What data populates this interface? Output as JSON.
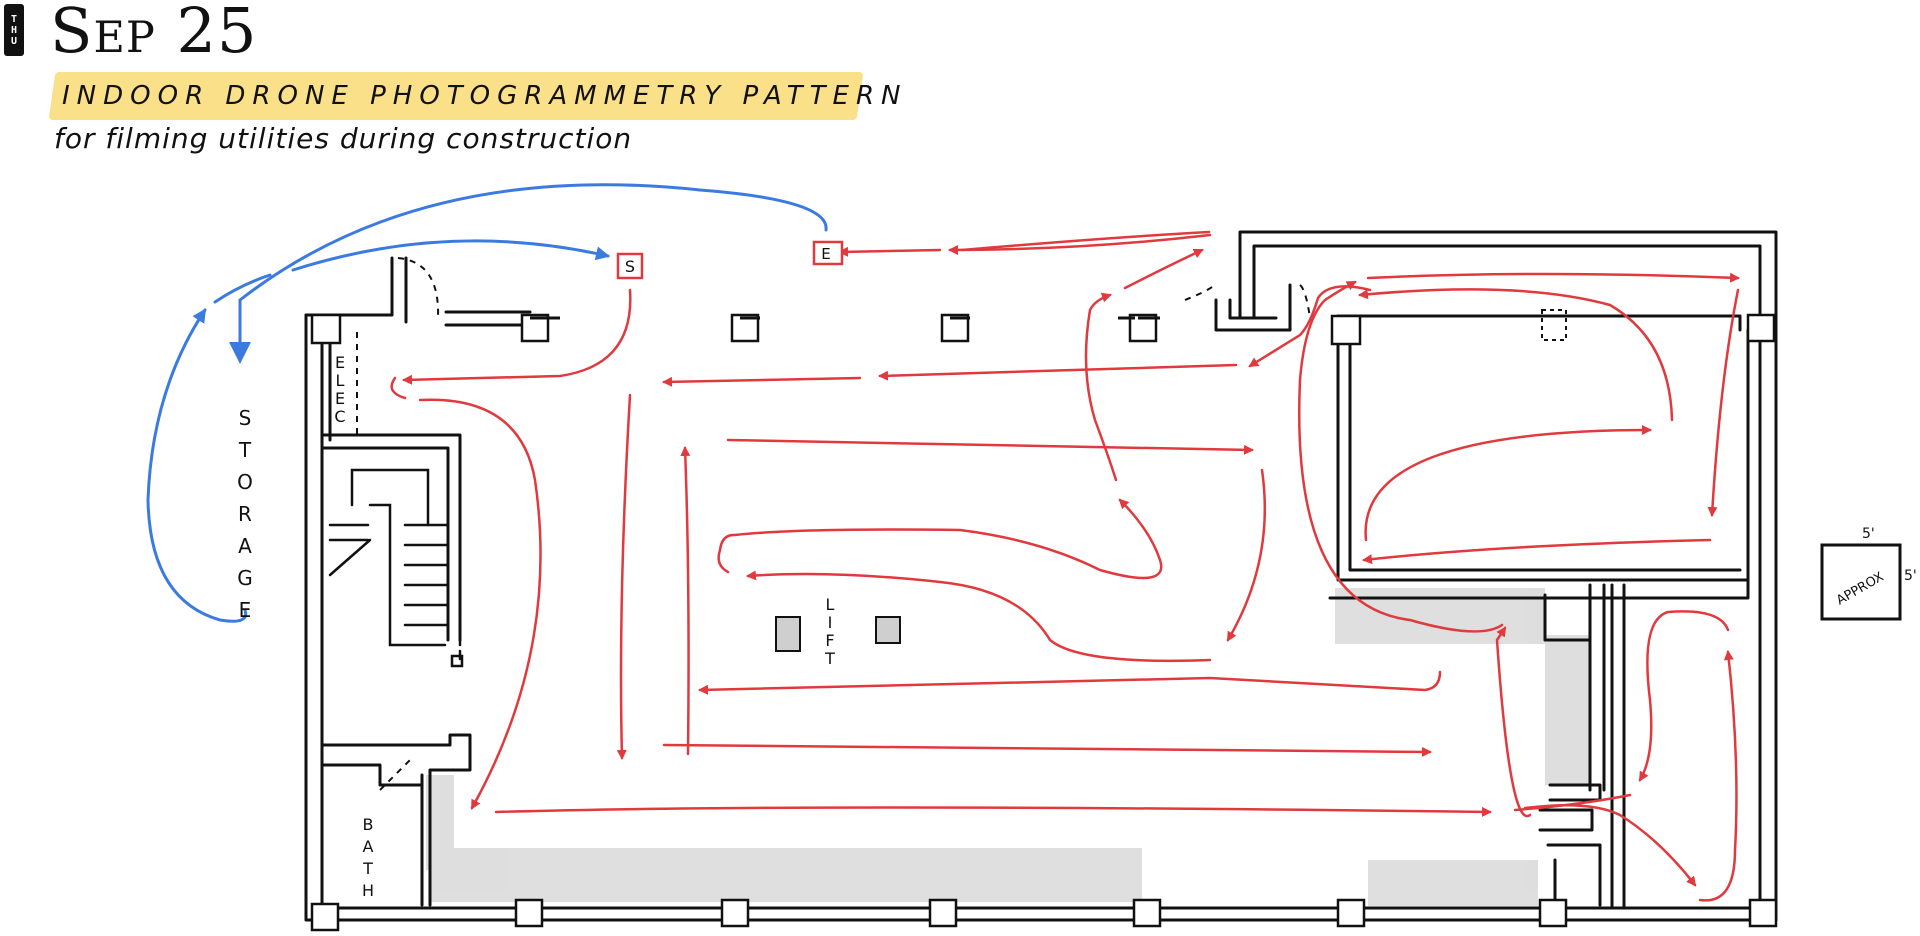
{
  "header": {
    "day": [
      "T",
      "H",
      "U"
    ],
    "date": "Sep 25",
    "title": "INDOOR DRONE PHOTOGRAMMETRY PATTERN",
    "subtitle": "for filming utilities during construction"
  },
  "labels": {
    "storage": "STORAGE",
    "elec": "ELEC",
    "lift": "LIFT",
    "bath": "BATH",
    "start_marker": "S",
    "end_marker": "E",
    "scale_box": "APPROX",
    "scale_dim_top": "5'",
    "scale_dim_side": "5'"
  },
  "colors": {
    "flight_path": "#e0393e",
    "transit_path": "#3b7be0",
    "walls": "#111111",
    "shading": "#d9d9d9",
    "highlight": "#fbe08a"
  }
}
